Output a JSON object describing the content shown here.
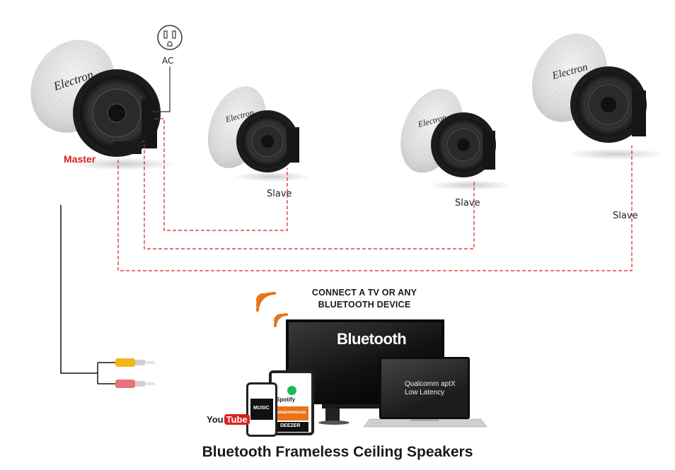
{
  "labels": {
    "ac": "AC",
    "master": "Master",
    "slave": "Slave",
    "connect_line1": "CONNECT A TV OR ANY",
    "connect_line2": "BLUETOOTH DEVICE",
    "bluetooth": "Bluetooth",
    "aptx_line1": "Qualcomm aptX",
    "aptx_line2": "Low Latency",
    "caption": "Bluetooth Frameless Ceiling Speakers"
  },
  "brand": {
    "logo_text": "Electron"
  },
  "apps": {
    "spotify": "Spotify",
    "music": "MUSIC",
    "amazon": "amazonmusic",
    "deezer": "DEEZER",
    "youtube_you": "You",
    "youtube_tube": "Tube"
  },
  "colors": {
    "wire_red": "#d9211c",
    "wifi_orange": "#e8731a",
    "rca_yellow": "#f2b61c",
    "rca_pink": "#e8737a",
    "bluetooth_blue": "#2a63c9"
  }
}
